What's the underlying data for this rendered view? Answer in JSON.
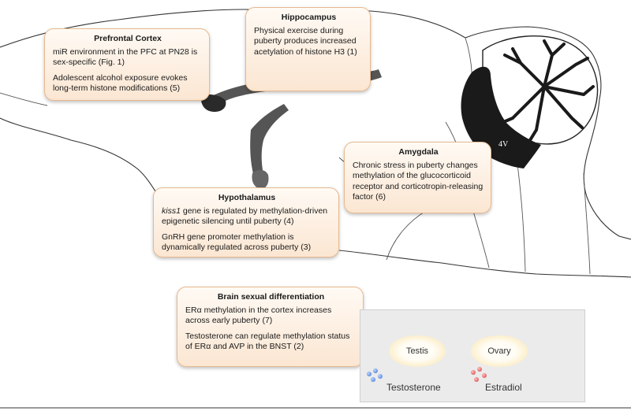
{
  "ventricle_label": "4V",
  "colors": {
    "callout_fill": "#fbe6d2",
    "callout_border": "#e8b98f",
    "ventricle": "#1a1a1a",
    "tract": "#555555",
    "testosterone": "#3b6fd6",
    "estradiol": "#d23a3a"
  },
  "prefrontal": {
    "title": "Prefrontal Cortex",
    "item1": "miR environment in the PFC at PN28 is sex-specific (Fig. 1)",
    "item2": "Adolescent alcohol exposure evokes long-term histone modifications (5)"
  },
  "hippocampus": {
    "title": "Hippocampus",
    "item1": "Physical exercise during puberty produces increased acetylation of histone H3 (1)"
  },
  "amygdala": {
    "title": "Amygdala",
    "item1": "Chronic stress in puberty changes methylation of the glucocorticoid receptor and corticotropin-releasing factor (6)"
  },
  "hypothalamus": {
    "title": "Hypothalamus",
    "item1_gene": "kiss1",
    "item1_rest": " gene is regulated by methylation-driven epigenetic silencing until puberty (4)",
    "item2": "GnRH gene promoter methylation is dynamically regulated across puberty (3)"
  },
  "brain_sexual_differentiation": {
    "title": "Brain sexual differentiation",
    "item1": "ERα methylation in the cortex increases across early puberty (7)",
    "item2": "Testosterone can regulate methylation status of ERα and AVP in the BNST (2)"
  },
  "gonads": {
    "testis": "Testis",
    "ovary": "Ovary",
    "testosterone": "Testosterone",
    "estradiol": "Estradiol"
  }
}
